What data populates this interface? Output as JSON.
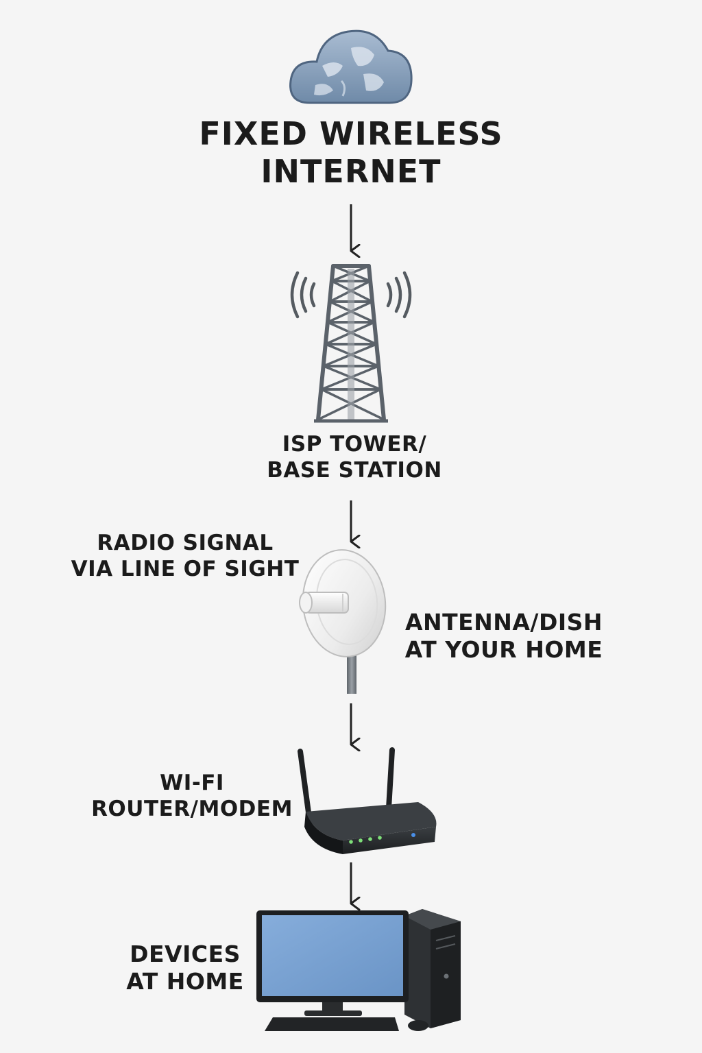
{
  "title": {
    "line1": "FIXED WIRELESS",
    "line2": "INTERNET"
  },
  "nodes": {
    "tower": {
      "line1": "ISP TOWER/",
      "line2": "BASE STATION"
    },
    "signal": {
      "line1": "RADIO SIGNAL",
      "line2": "VIA LINE OF SIGHT"
    },
    "dish": {
      "line1": "ANTENNA/DISH",
      "line2": "AT YOUR HOME"
    },
    "router": {
      "line1": "WI-FI",
      "line2": "ROUTER/MODEM"
    },
    "devices": {
      "line1": "DEVICES",
      "line2": "AT HOME"
    }
  },
  "icons": [
    "cloud-globe-icon",
    "cell-tower-icon",
    "signal-waves-icon",
    "satellite-dish-icon",
    "wifi-router-icon",
    "desktop-computer-icon"
  ],
  "colors": {
    "text": "#1b1b1b",
    "cloud": "#8fa6c0",
    "tower": "#5b626a",
    "dish": "#ebebeb",
    "router": "#232628",
    "screen": "#7aa3d2",
    "led_green": "#7fe07a",
    "led_blue": "#4a8fe8"
  }
}
